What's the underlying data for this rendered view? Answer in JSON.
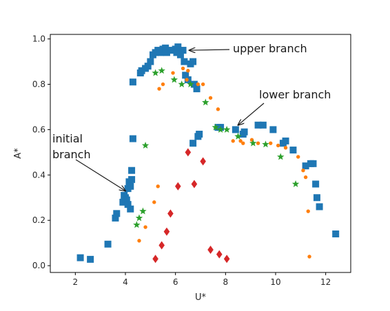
{
  "chart_data": {
    "type": "scatter",
    "title": "",
    "xlabel": "U*",
    "ylabel": "A*",
    "xlim": [
      1.0,
      13.0
    ],
    "ylim": [
      -0.03,
      1.02
    ],
    "xticks": [
      "2",
      "4",
      "6",
      "8",
      "10",
      "12"
    ],
    "yticks": [
      "0.0",
      "0.2",
      "0.4",
      "0.6",
      "0.8",
      "1.0"
    ],
    "grid": false,
    "legend": "none",
    "series": [
      {
        "marker": "square",
        "color": "#1f77b4",
        "points": [
          [
            2.2,
            0.035
          ],
          [
            2.6,
            0.028
          ],
          [
            3.3,
            0.095
          ],
          [
            3.6,
            0.21
          ],
          [
            3.65,
            0.23
          ],
          [
            3.9,
            0.28
          ],
          [
            3.95,
            0.31
          ],
          [
            4.0,
            0.3
          ],
          [
            4.05,
            0.29
          ],
          [
            4.1,
            0.27
          ],
          [
            4.1,
            0.34
          ],
          [
            4.15,
            0.37
          ],
          [
            4.2,
            0.25
          ],
          [
            4.2,
            0.35
          ],
          [
            4.25,
            0.38
          ],
          [
            4.25,
            0.42
          ],
          [
            4.3,
            0.56
          ],
          [
            4.3,
            0.81
          ],
          [
            4.6,
            0.85
          ],
          [
            4.65,
            0.86
          ],
          [
            4.8,
            0.87
          ],
          [
            4.9,
            0.88
          ],
          [
            5.0,
            0.9
          ],
          [
            5.1,
            0.93
          ],
          [
            5.2,
            0.94
          ],
          [
            5.3,
            0.95
          ],
          [
            5.4,
            0.94
          ],
          [
            5.5,
            0.955
          ],
          [
            5.6,
            0.96
          ],
          [
            5.65,
            0.94
          ],
          [
            5.8,
            0.95
          ],
          [
            6.0,
            0.955
          ],
          [
            6.05,
            0.94
          ],
          [
            6.1,
            0.965
          ],
          [
            6.2,
            0.93
          ],
          [
            6.3,
            0.95
          ],
          [
            6.35,
            0.9
          ],
          [
            6.4,
            0.84
          ],
          [
            6.5,
            0.82
          ],
          [
            6.6,
            0.89
          ],
          [
            6.7,
            0.9
          ],
          [
            6.75,
            0.8
          ],
          [
            6.85,
            0.78
          ],
          [
            6.7,
            0.54
          ],
          [
            6.9,
            0.57
          ],
          [
            6.95,
            0.58
          ],
          [
            7.7,
            0.61
          ],
          [
            7.8,
            0.61
          ],
          [
            8.4,
            0.6
          ],
          [
            8.7,
            0.58
          ],
          [
            8.75,
            0.59
          ],
          [
            9.3,
            0.62
          ],
          [
            9.5,
            0.62
          ],
          [
            9.9,
            0.6
          ],
          [
            10.3,
            0.54
          ],
          [
            10.4,
            0.55
          ],
          [
            10.7,
            0.51
          ],
          [
            11.2,
            0.44
          ],
          [
            11.4,
            0.45
          ],
          [
            11.5,
            0.45
          ],
          [
            11.6,
            0.36
          ],
          [
            11.65,
            0.3
          ],
          [
            11.75,
            0.26
          ],
          [
            12.4,
            0.14
          ]
        ]
      },
      {
        "marker": "circle",
        "color": "#ff7f0e",
        "points": [
          [
            4.55,
            0.11
          ],
          [
            4.8,
            0.17
          ],
          [
            5.15,
            0.28
          ],
          [
            5.3,
            0.35
          ],
          [
            5.35,
            0.78
          ],
          [
            5.5,
            0.8
          ],
          [
            5.9,
            0.85
          ],
          [
            6.3,
            0.87
          ],
          [
            6.45,
            0.82
          ],
          [
            6.5,
            0.86
          ],
          [
            6.9,
            0.8
          ],
          [
            7.1,
            0.8
          ],
          [
            7.4,
            0.74
          ],
          [
            7.7,
            0.69
          ],
          [
            8.3,
            0.55
          ],
          [
            8.6,
            0.55
          ],
          [
            8.7,
            0.54
          ],
          [
            9.05,
            0.555
          ],
          [
            9.3,
            0.54
          ],
          [
            9.8,
            0.54
          ],
          [
            10.1,
            0.53
          ],
          [
            10.4,
            0.52
          ],
          [
            10.9,
            0.48
          ],
          [
            11.1,
            0.42
          ],
          [
            11.2,
            0.39
          ],
          [
            11.3,
            0.24
          ],
          [
            11.35,
            0.04
          ]
        ]
      },
      {
        "marker": "star",
        "color": "#2ca02c",
        "points": [
          [
            4.45,
            0.18
          ],
          [
            4.55,
            0.21
          ],
          [
            4.7,
            0.24
          ],
          [
            4.8,
            0.53
          ],
          [
            5.2,
            0.85
          ],
          [
            5.45,
            0.86
          ],
          [
            5.95,
            0.82
          ],
          [
            6.25,
            0.8
          ],
          [
            6.6,
            0.8
          ],
          [
            7.2,
            0.72
          ],
          [
            7.6,
            0.61
          ],
          [
            7.8,
            0.6
          ],
          [
            8.05,
            0.6
          ],
          [
            8.5,
            0.57
          ],
          [
            9.1,
            0.54
          ],
          [
            9.6,
            0.535
          ],
          [
            10.2,
            0.48
          ],
          [
            10.8,
            0.36
          ]
        ]
      },
      {
        "marker": "diamond",
        "color": "#d62728",
        "points": [
          [
            5.2,
            0.03
          ],
          [
            5.45,
            0.09
          ],
          [
            5.65,
            0.15
          ],
          [
            5.8,
            0.23
          ],
          [
            6.1,
            0.35
          ],
          [
            6.5,
            0.5
          ],
          [
            6.75,
            0.36
          ],
          [
            7.1,
            0.46
          ],
          [
            7.4,
            0.07
          ],
          [
            7.75,
            0.05
          ],
          [
            8.05,
            0.03
          ]
        ]
      }
    ],
    "annotations": [
      {
        "id": "upper",
        "lines": [
          "upper branch"
        ],
        "arrow_to": [
          6.55,
          0.95
        ]
      },
      {
        "id": "lower",
        "lines": [
          "lower branch"
        ],
        "arrow_to": [
          8.5,
          0.62
        ]
      },
      {
        "id": "initial",
        "lines": [
          "initial",
          "branch"
        ],
        "arrow_to": [
          4.0,
          0.33
        ]
      }
    ]
  }
}
